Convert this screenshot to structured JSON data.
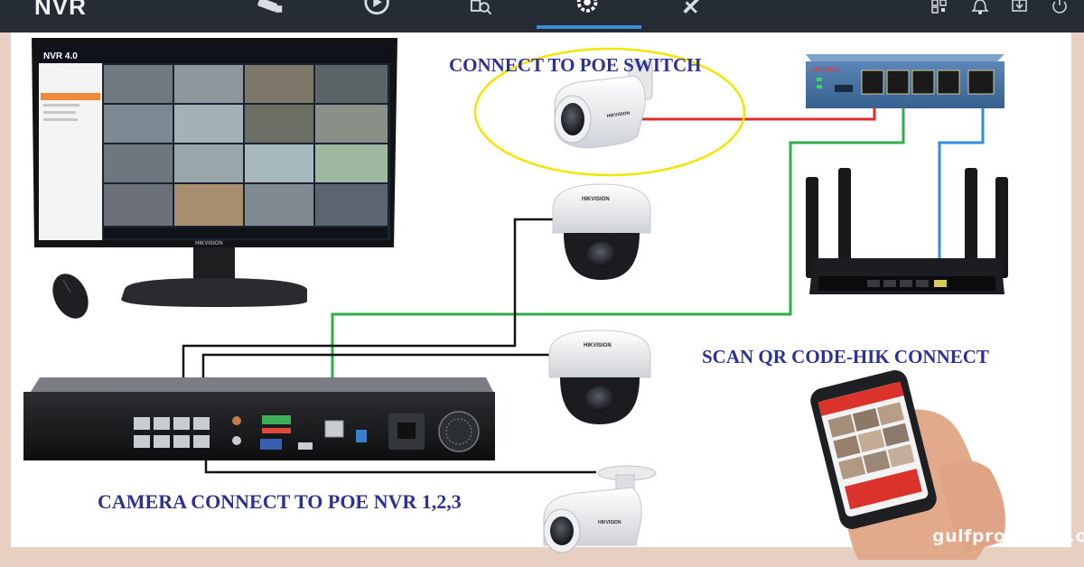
{
  "header": {
    "brand": "NVR",
    "nav_icons": [
      "camera-icon",
      "playback-icon",
      "search-icon",
      "settings-icon",
      "tools-icon"
    ],
    "right_icons": [
      "qr-code-icon",
      "bell-icon",
      "download-icon",
      "power-icon"
    ]
  },
  "monitor": {
    "screen_title": "NVR 4.0",
    "logo_text": "HIKVISION"
  },
  "labels": {
    "poe_switch": "CONNECT TO POE SWITCH",
    "qr_code": "SCAN QR CODE-HIK CONNECT",
    "nvr_cameras": "CAMERA CONNECT TO POE NVR 1,2,3"
  },
  "switch": {
    "logo_text": "HIKVISION"
  },
  "camera_logo": "HIKVISION",
  "watermark": "gulfprograms.or",
  "colors": {
    "label_text": "#2e3192",
    "cable_red": "#e12a2a",
    "cable_green": "#2fae4a",
    "cable_blue": "#2f8fd8",
    "cable_black": "#111111",
    "highlight_ellipse": "#f2e600",
    "topbar": "#262c33",
    "frame": "#e7cfc2"
  }
}
